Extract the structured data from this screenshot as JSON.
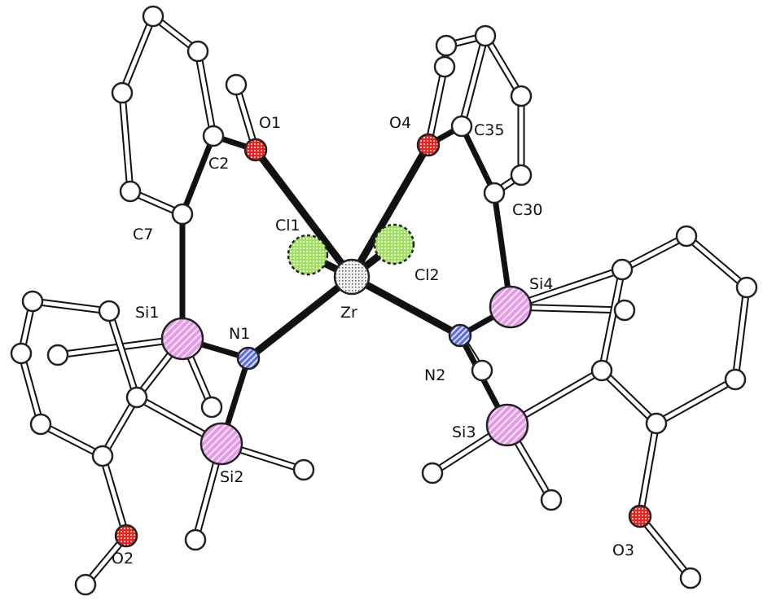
{
  "colors": {
    "carbon": "#ffffff",
    "oxygen": "#e8231e",
    "nitrogen": "#5b6ee0",
    "silicon": "#e39be6",
    "chlorine": "#9fe060",
    "zirconium": "#d6d6d6",
    "bond": "#111111"
  },
  "labels": {
    "o1": "O1",
    "o2": "O2",
    "o3": "O3",
    "o4": "O4",
    "c2": "C2",
    "c7": "C7",
    "c30": "C30",
    "c35": "C35",
    "cl1": "Cl1",
    "cl2": "Cl2",
    "zr": "Zr",
    "n1": "N1",
    "n2": "N2",
    "si1": "Si1",
    "si2": "Si2",
    "si3": "Si3",
    "si4": "Si4"
  }
}
